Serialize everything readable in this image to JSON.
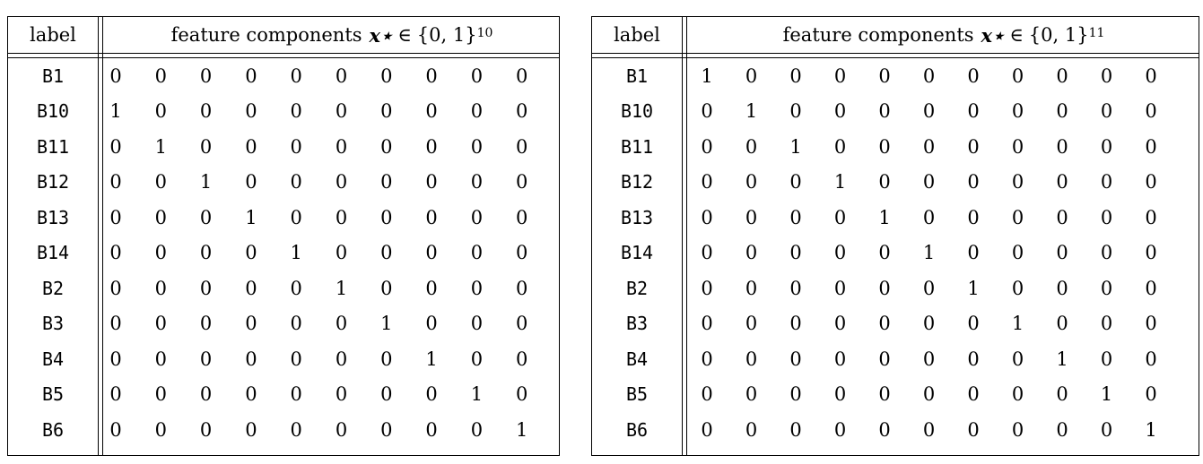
{
  "tables": [
    {
      "label_header": "label",
      "feature_header_text": "feature components",
      "feature_header_math": "x⋆",
      "feature_header_rel": "∈",
      "feature_header_set": "{0, 1}",
      "feature_header_exp": "10",
      "rows": [
        {
          "label": "B1",
          "values": [
            "0",
            "0",
            "0",
            "0",
            "0",
            "0",
            "0",
            "0",
            "0",
            "0"
          ]
        },
        {
          "label": "B10",
          "values": [
            "1",
            "0",
            "0",
            "0",
            "0",
            "0",
            "0",
            "0",
            "0",
            "0"
          ]
        },
        {
          "label": "B11",
          "values": [
            "0",
            "1",
            "0",
            "0",
            "0",
            "0",
            "0",
            "0",
            "0",
            "0"
          ]
        },
        {
          "label": "B12",
          "values": [
            "0",
            "0",
            "1",
            "0",
            "0",
            "0",
            "0",
            "0",
            "0",
            "0"
          ]
        },
        {
          "label": "B13",
          "values": [
            "0",
            "0",
            "0",
            "1",
            "0",
            "0",
            "0",
            "0",
            "0",
            "0"
          ]
        },
        {
          "label": "B14",
          "values": [
            "0",
            "0",
            "0",
            "0",
            "1",
            "0",
            "0",
            "0",
            "0",
            "0"
          ]
        },
        {
          "label": "B2",
          "values": [
            "0",
            "0",
            "0",
            "0",
            "0",
            "1",
            "0",
            "0",
            "0",
            "0"
          ]
        },
        {
          "label": "B3",
          "values": [
            "0",
            "0",
            "0",
            "0",
            "0",
            "0",
            "1",
            "0",
            "0",
            "0"
          ]
        },
        {
          "label": "B4",
          "values": [
            "0",
            "0",
            "0",
            "0",
            "0",
            "0",
            "0",
            "1",
            "0",
            "0"
          ]
        },
        {
          "label": "B5",
          "values": [
            "0",
            "0",
            "0",
            "0",
            "0",
            "0",
            "0",
            "0",
            "1",
            "0"
          ]
        },
        {
          "label": "B6",
          "values": [
            "0",
            "0",
            "0",
            "0",
            "0",
            "0",
            "0",
            "0",
            "0",
            "1"
          ]
        }
      ]
    },
    {
      "label_header": "label",
      "feature_header_text": "feature components",
      "feature_header_math": "x⋆",
      "feature_header_rel": "∈",
      "feature_header_set": "{0, 1}",
      "feature_header_exp": "11",
      "rows": [
        {
          "label": "B1",
          "values": [
            "1",
            "0",
            "0",
            "0",
            "0",
            "0",
            "0",
            "0",
            "0",
            "0",
            "0"
          ]
        },
        {
          "label": "B10",
          "values": [
            "0",
            "1",
            "0",
            "0",
            "0",
            "0",
            "0",
            "0",
            "0",
            "0",
            "0"
          ]
        },
        {
          "label": "B11",
          "values": [
            "0",
            "0",
            "1",
            "0",
            "0",
            "0",
            "0",
            "0",
            "0",
            "0",
            "0"
          ]
        },
        {
          "label": "B12",
          "values": [
            "0",
            "0",
            "0",
            "1",
            "0",
            "0",
            "0",
            "0",
            "0",
            "0",
            "0"
          ]
        },
        {
          "label": "B13",
          "values": [
            "0",
            "0",
            "0",
            "0",
            "1",
            "0",
            "0",
            "0",
            "0",
            "0",
            "0"
          ]
        },
        {
          "label": "B14",
          "values": [
            "0",
            "0",
            "0",
            "0",
            "0",
            "1",
            "0",
            "0",
            "0",
            "0",
            "0"
          ]
        },
        {
          "label": "B2",
          "values": [
            "0",
            "0",
            "0",
            "0",
            "0",
            "0",
            "1",
            "0",
            "0",
            "0",
            "0"
          ]
        },
        {
          "label": "B3",
          "values": [
            "0",
            "0",
            "0",
            "0",
            "0",
            "0",
            "0",
            "1",
            "0",
            "0",
            "0"
          ]
        },
        {
          "label": "B4",
          "values": [
            "0",
            "0",
            "0",
            "0",
            "0",
            "0",
            "0",
            "0",
            "1",
            "0",
            "0"
          ]
        },
        {
          "label": "B5",
          "values": [
            "0",
            "0",
            "0",
            "0",
            "0",
            "0",
            "0",
            "0",
            "0",
            "1",
            "0"
          ]
        },
        {
          "label": "B6",
          "values": [
            "0",
            "0",
            "0",
            "0",
            "0",
            "0",
            "0",
            "0",
            "0",
            "0",
            "1"
          ]
        }
      ]
    }
  ]
}
